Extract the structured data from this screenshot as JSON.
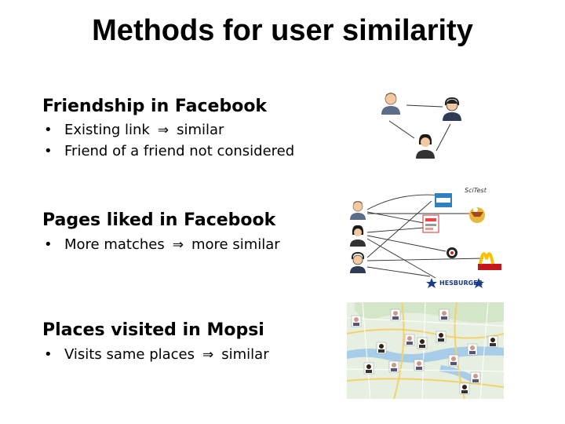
{
  "title": "Methods for user similarity",
  "sections": [
    {
      "heading": "Friendship in Facebook",
      "bullets": [
        {
          "before": "Existing link",
          "arrow": "⇒",
          "after": "similar"
        },
        {
          "before": "Friend of a friend not considered",
          "arrow": "",
          "after": ""
        }
      ]
    },
    {
      "heading": "Pages liked in Facebook",
      "bullets": [
        {
          "before": "More matches",
          "arrow": "⇒",
          "after": "more similar"
        }
      ]
    },
    {
      "heading": "Places visited in Mopsi",
      "bullets": [
        {
          "before": "Visits same places",
          "arrow": "⇒",
          "after": "similar"
        }
      ]
    }
  ],
  "figures": {
    "pages": {
      "logos": [
        "SciTest",
        "HESBURGER"
      ]
    }
  }
}
